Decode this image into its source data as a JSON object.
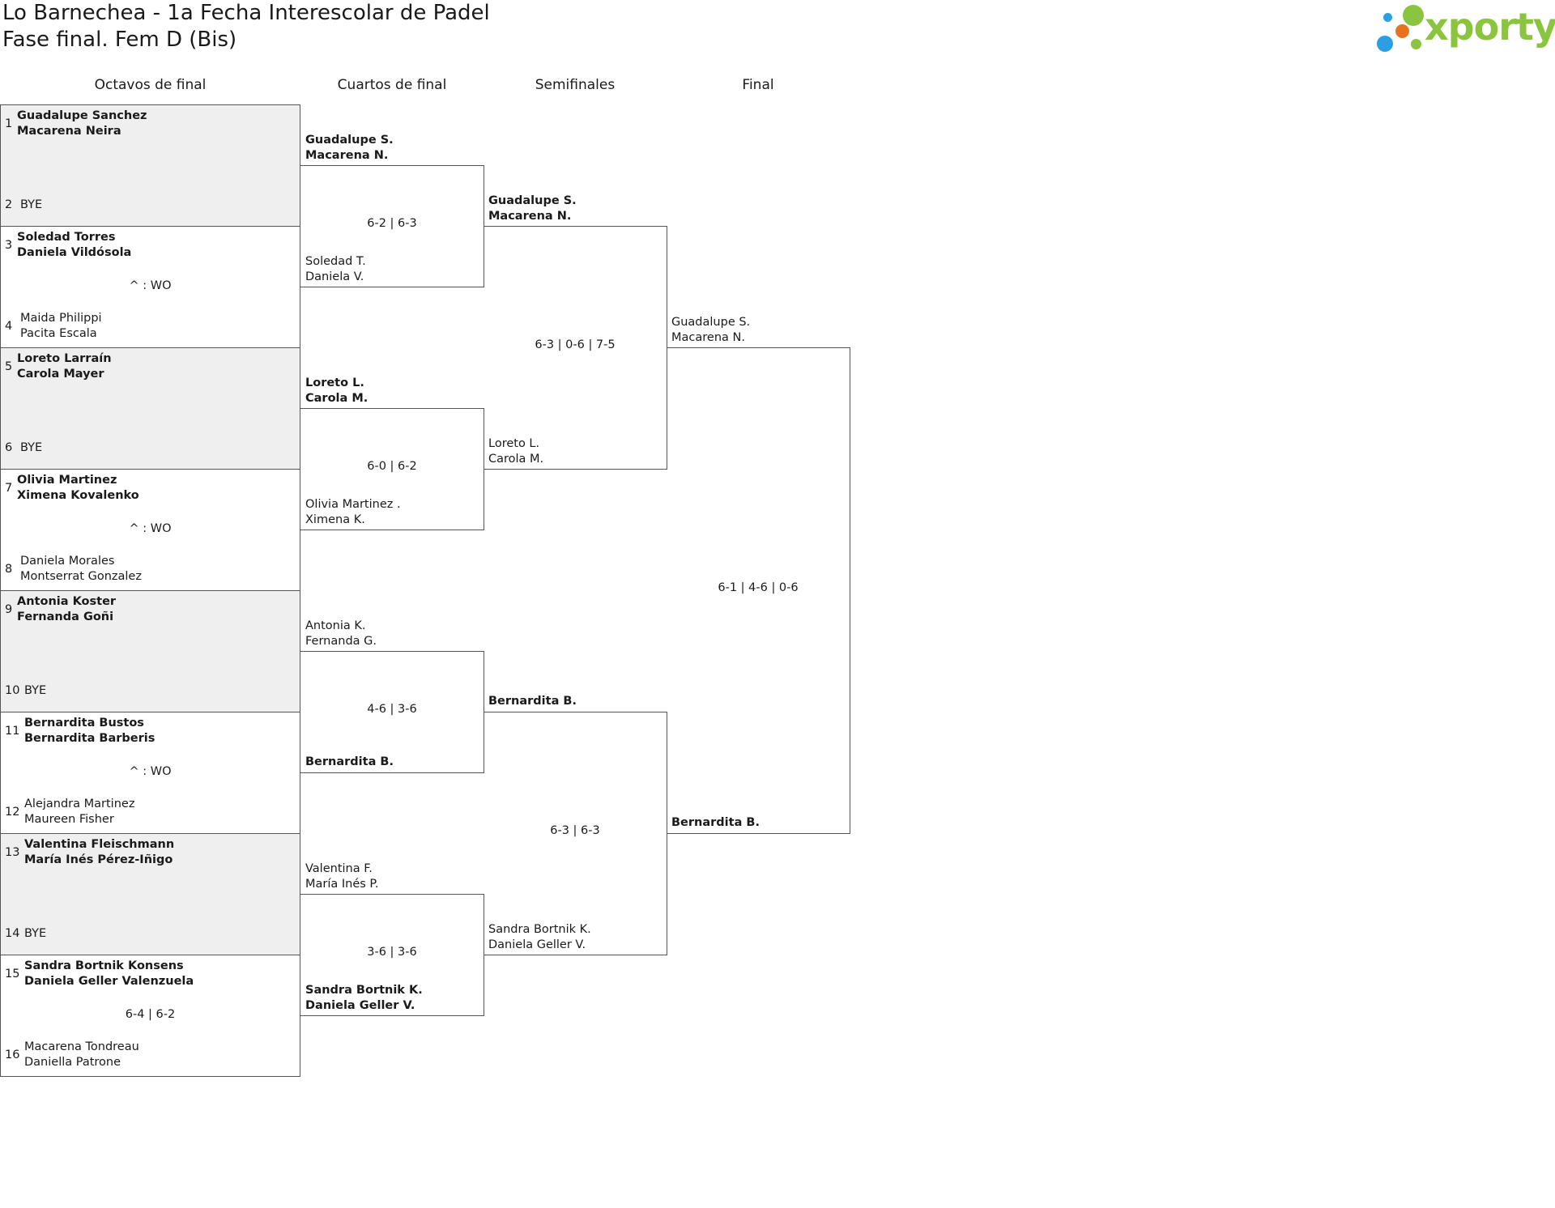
{
  "header": {
    "title": "Lo Barnechea - 1a Fecha Interescolar de Padel",
    "subtitle": "Fase final. Fem D (Bis)"
  },
  "logo": {
    "text": "xporty",
    "colors": [
      "#8bc53f",
      "#e8731e",
      "#2c9ee3"
    ]
  },
  "rounds": [
    "Octavos de final",
    "Cuartos de final",
    "Semifinales",
    "Final"
  ],
  "octavos": [
    {
      "seed_a": "1",
      "a": [
        "Guadalupe Sanchez",
        "Macarena Neira"
      ],
      "seed_b": "2",
      "b": [
        "BYE",
        ""
      ],
      "score": "",
      "a_winner": true,
      "b_winner": false,
      "bye": true
    },
    {
      "seed_a": "3",
      "a": [
        "Soledad Torres",
        "Daniela Vildósola"
      ],
      "seed_b": "4",
      "b": [
        "Maida Philippi",
        "Pacita Escala"
      ],
      "score": "^ : WO",
      "a_winner": true,
      "b_winner": false,
      "bye": false
    },
    {
      "seed_a": "5",
      "a": [
        "Loreto Larraín",
        "Carola Mayer"
      ],
      "seed_b": "6",
      "b": [
        "BYE",
        ""
      ],
      "score": "",
      "a_winner": true,
      "b_winner": false,
      "bye": true
    },
    {
      "seed_a": "7",
      "a": [
        "Olivia Martinez",
        "Ximena Kovalenko"
      ],
      "seed_b": "8",
      "b": [
        "Daniela Morales",
        "Montserrat Gonzalez"
      ],
      "score": "^ : WO",
      "a_winner": true,
      "b_winner": false,
      "bye": false
    },
    {
      "seed_a": "9",
      "a": [
        "Antonia Koster",
        "Fernanda Goñi"
      ],
      "seed_b": "10",
      "b": [
        "BYE",
        ""
      ],
      "score": "",
      "a_winner": true,
      "b_winner": false,
      "bye": true
    },
    {
      "seed_a": "11",
      "a": [
        "Bernardita Bustos",
        "Bernardita Barberis"
      ],
      "seed_b": "12",
      "b": [
        "Alejandra Martinez",
        "Maureen Fisher"
      ],
      "score": "^ : WO",
      "a_winner": true,
      "b_winner": false,
      "bye": false
    },
    {
      "seed_a": "13",
      "a": [
        "Valentina Fleischmann",
        "María Inés Pérez-Iñigo"
      ],
      "seed_b": "14",
      "b": [
        "BYE",
        ""
      ],
      "score": "",
      "a_winner": true,
      "b_winner": false,
      "bye": true
    },
    {
      "seed_a": "15",
      "a": [
        "Sandra Bortnik Konsens",
        "Daniela Geller Valenzuela"
      ],
      "seed_b": "16",
      "b": [
        "Macarena Tondreau",
        "Daniella Patrone"
      ],
      "score": "6-4 | 6-2",
      "a_winner": true,
      "b_winner": false,
      "bye": false
    }
  ],
  "cuartos": [
    {
      "a": [
        "Guadalupe S.",
        "Macarena N."
      ],
      "b": [
        "Soledad T.",
        "Daniela V."
      ],
      "score": "6-2 | 6-3",
      "a_winner": true,
      "b_winner": false
    },
    {
      "a": [
        "Loreto L.",
        "Carola M."
      ],
      "b": [
        "Olivia Martinez .",
        "Ximena K."
      ],
      "score": "6-0 | 6-2",
      "a_winner": true,
      "b_winner": false
    },
    {
      "a": [
        "Antonia K.",
        "Fernanda G."
      ],
      "b": [
        "Bernardita B.",
        ""
      ],
      "score": "4-6 | 3-6",
      "a_winner": false,
      "b_winner": true
    },
    {
      "a": [
        "Valentina F.",
        "María Inés P."
      ],
      "b": [
        "Sandra Bortnik K.",
        "Daniela Geller V."
      ],
      "score": "3-6 | 3-6",
      "a_winner": false,
      "b_winner": true
    }
  ],
  "semis": [
    {
      "a": [
        "Guadalupe S.",
        "Macarena N."
      ],
      "b": [
        "Loreto L.",
        "Carola M."
      ],
      "score": "6-3 | 0-6 | 7-5",
      "a_winner": true,
      "b_winner": false
    },
    {
      "a": [
        "Bernardita B.",
        ""
      ],
      "b": [
        "Sandra Bortnik K.",
        "Daniela Geller V."
      ],
      "score": "6-3 | 6-3",
      "a_winner": true,
      "b_winner": false
    }
  ],
  "final": [
    {
      "a": [
        "Guadalupe S.",
        "Macarena N."
      ],
      "b": [
        "Bernardita B.",
        ""
      ],
      "score": "6-1 | 4-6 | 0-6",
      "a_winner": false,
      "b_winner": true
    }
  ]
}
